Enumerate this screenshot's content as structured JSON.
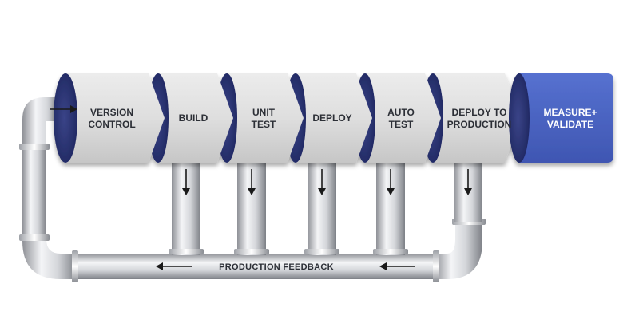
{
  "diagram": {
    "stages": [
      {
        "line1": "VERSION",
        "line2": "CONTROL"
      },
      {
        "line1": "BUILD",
        "line2": ""
      },
      {
        "line1": "UNIT",
        "line2": "TEST"
      },
      {
        "line1": "DEPLOY",
        "line2": ""
      },
      {
        "line1": "AUTO",
        "line2": "TEST"
      },
      {
        "line1": "DEPLOY TO",
        "line2": "PRODUCTION"
      }
    ],
    "final_stage": {
      "line1": "MEASURE+",
      "line2": "VALIDATE"
    },
    "feedback_label": "PRODUCTION FEEDBACK"
  },
  "colors": {
    "pipe_light": "#f2f3f5",
    "pipe_mid": "#c9cbd0",
    "pipe_dark": "#8e9096",
    "stage_face": "#dcdcdc",
    "stage_opening": "#2b3472",
    "final_fill": "#4a63c2",
    "final_opening": "#2b3472"
  }
}
